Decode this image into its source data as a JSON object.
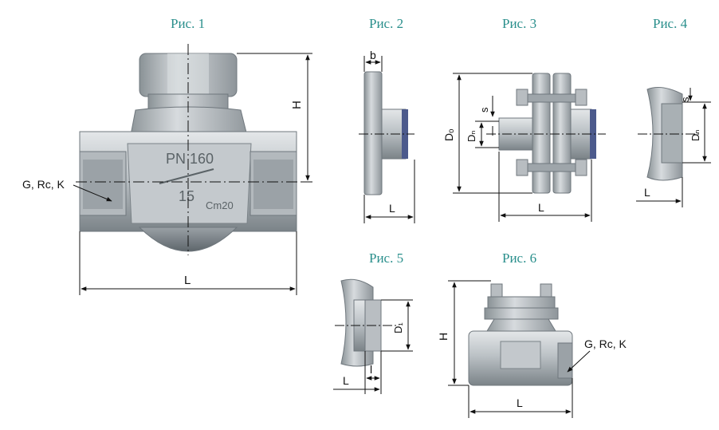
{
  "figures": {
    "fig1": {
      "title": "Рис. 1",
      "body_marking": "PN 160",
      "body_number": "15",
      "body_material": "Cm20",
      "dims": {
        "height": "H",
        "length": "L",
        "thread": "G, Rc, K"
      }
    },
    "fig2": {
      "title": "Рис. 2",
      "dims": {
        "flange_thickness": "b",
        "length": "L"
      }
    },
    "fig3": {
      "title": "Рис. 3",
      "dims": {
        "wall": "s",
        "inner_d": "Dₙ",
        "outer_d": "Dₒ",
        "length": "L"
      }
    },
    "fig4": {
      "title": "Рис. 4",
      "dims": {
        "wall": "s",
        "inner_d": "Dₙ",
        "length": "L"
      }
    },
    "fig5": {
      "title": "Рис. 5",
      "dims": {
        "diameter": "D₁",
        "length": "L",
        "depth": "l"
      }
    },
    "fig6": {
      "title": "Рис. 6",
      "dims": {
        "height": "H",
        "length": "L",
        "thread": "G, Rc, K"
      }
    }
  },
  "colors": {
    "title": "#2a8f8c",
    "metal_light": "#c9ced2",
    "metal_mid": "#a8aeb3",
    "metal_dark": "#6f777d",
    "gasket": "#4c5a8c"
  }
}
